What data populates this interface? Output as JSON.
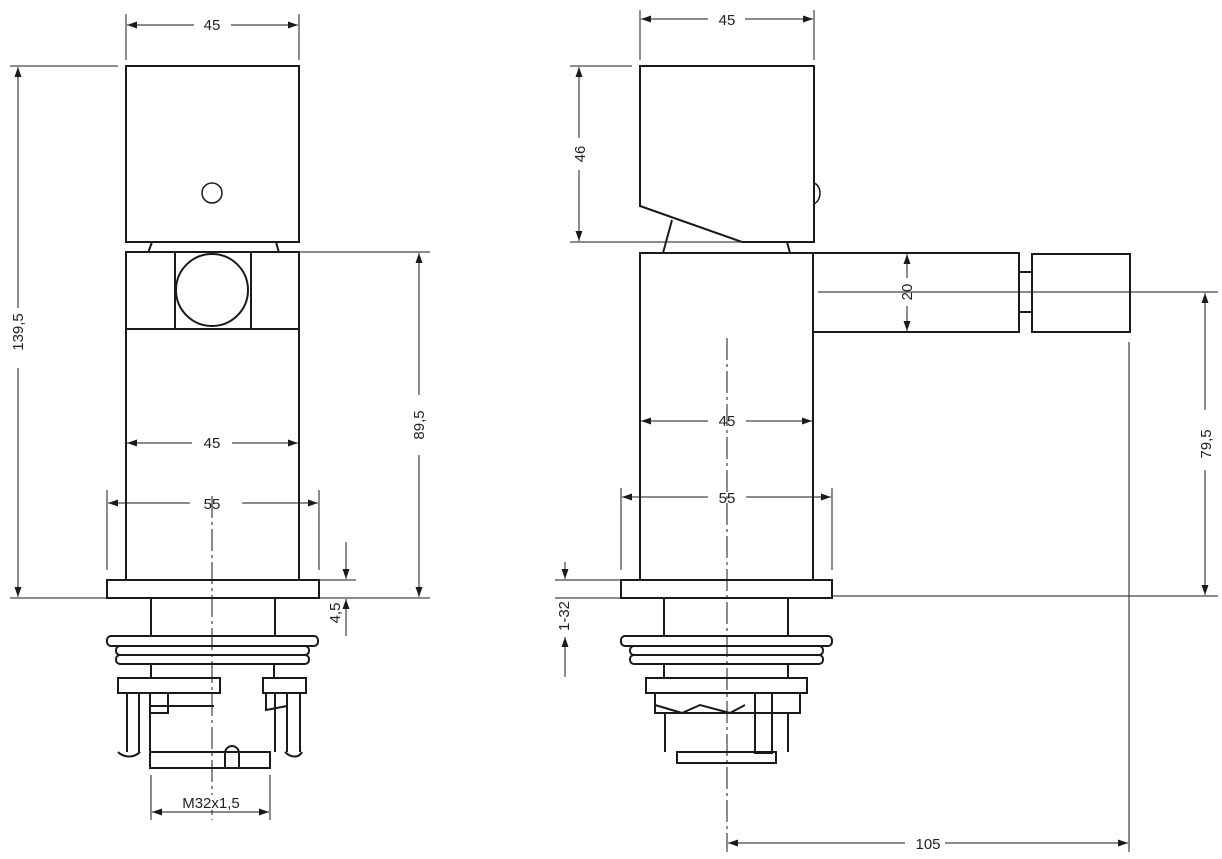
{
  "colors": {
    "line": "#1a1a1a",
    "text": "#222222",
    "background": "#ffffff"
  },
  "front_view": {
    "dims": {
      "top_width": "45",
      "overall_height": "139,5",
      "body_height": "89,5",
      "body_width": "45",
      "base_width": "55",
      "base_plate": "4,5",
      "thread": "M32x1,5"
    }
  },
  "side_view": {
    "dims": {
      "top_width": "45",
      "handle_height": "46",
      "spout_height": "20",
      "body_width": "45",
      "base_width": "55",
      "spout_center_height": "79,5",
      "deck_thickness": "1-32",
      "projection": "105"
    }
  }
}
